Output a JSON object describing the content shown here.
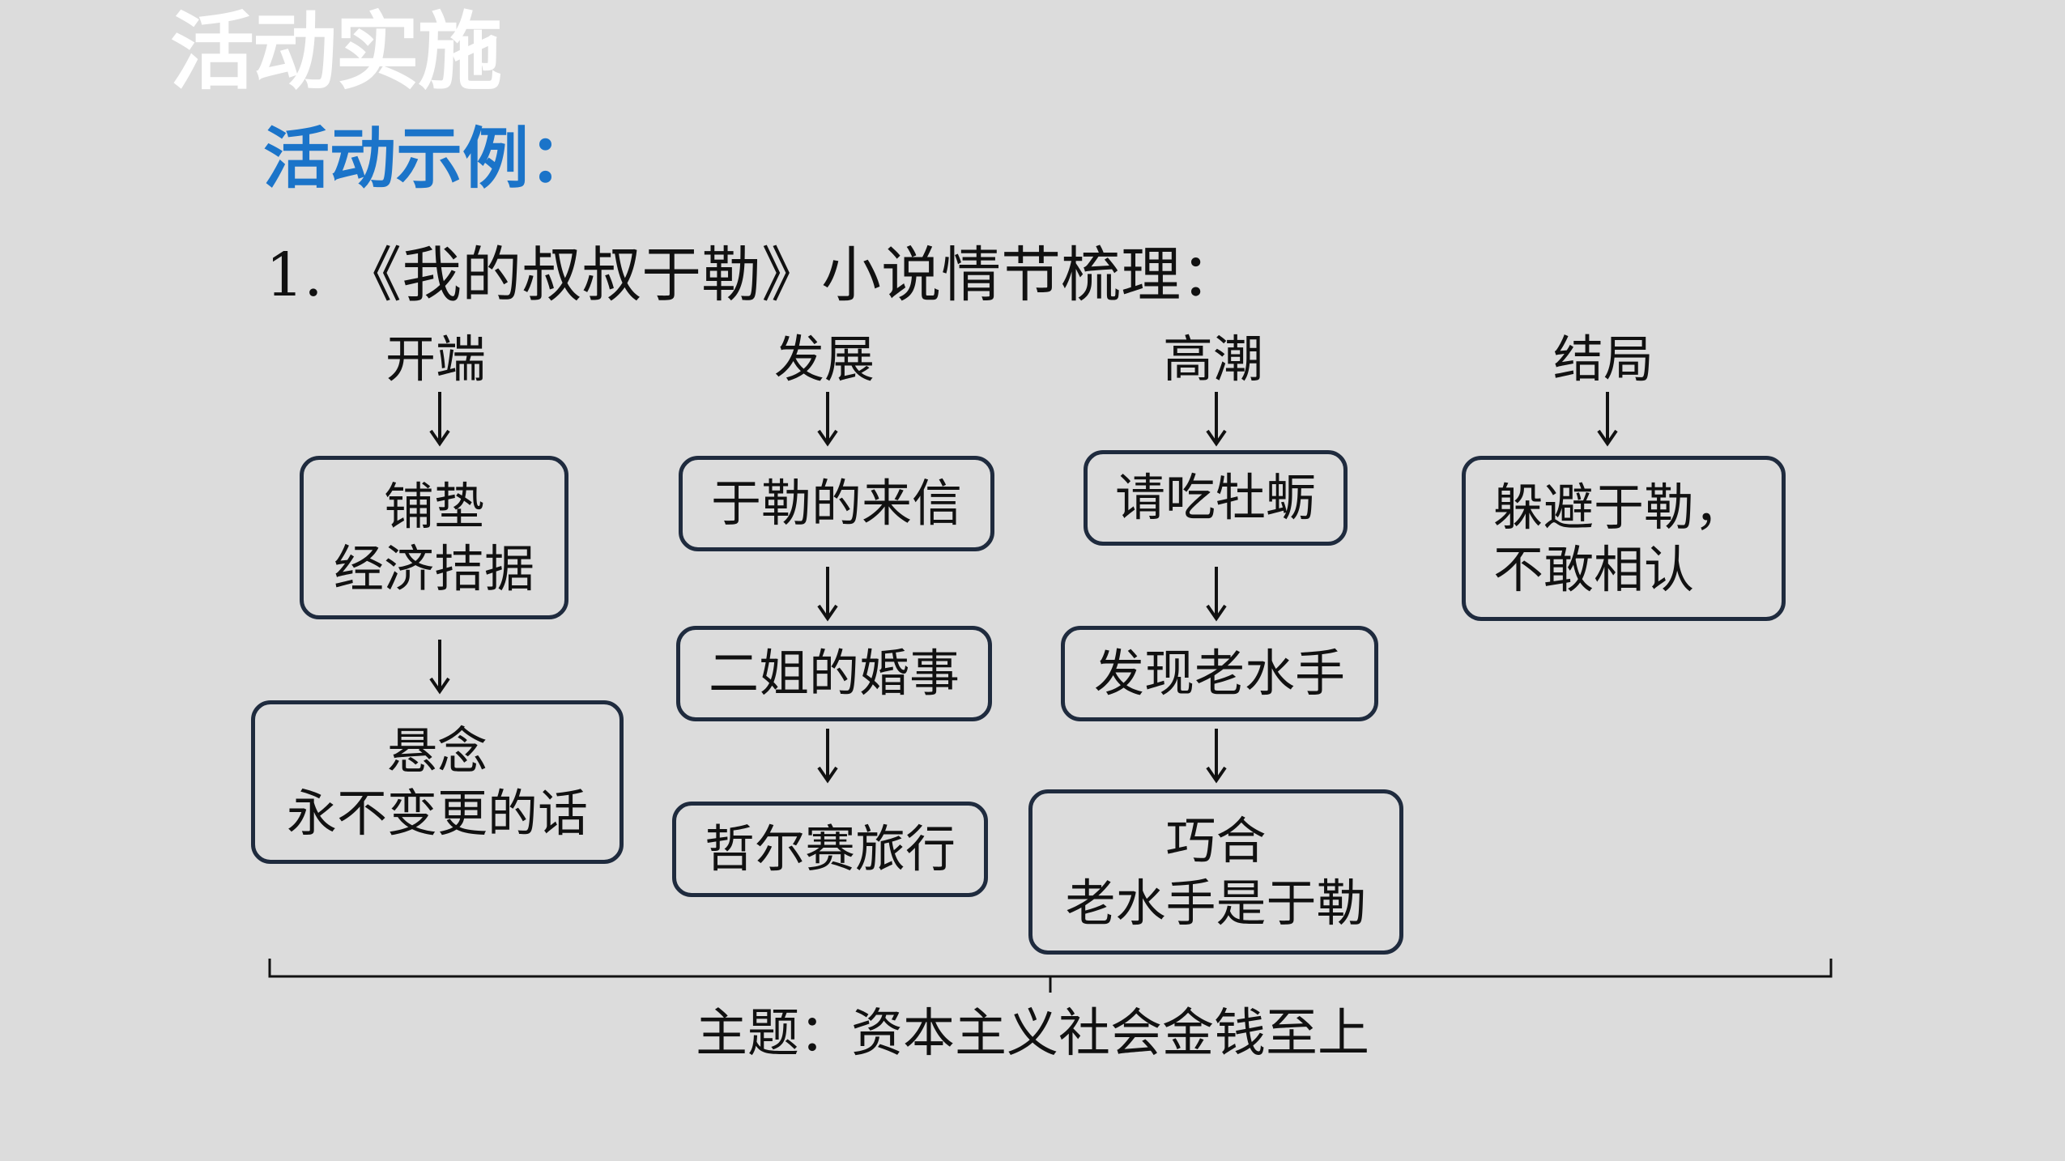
{
  "slide": {
    "title": "活动实施",
    "subtitle": "活动示例：",
    "heading": "1. 《我的叔叔于勒》小说情节梳理："
  },
  "stages": {
    "kaiduan": "开端",
    "fazhan": "发展",
    "gaochao": "高潮",
    "jieju": "结局"
  },
  "boxes": {
    "kaiduan_1": {
      "line1": "铺垫",
      "line2": "经济拮据"
    },
    "kaiduan_2": {
      "line1": "悬念",
      "line2": "永不变更的话"
    },
    "fazhan_1": "于勒的来信",
    "fazhan_2": "二姐的婚事",
    "fazhan_3": "哲尔赛旅行",
    "gaochao_1": "请吃牡蛎",
    "gaochao_2": "发现老水手",
    "gaochao_3": {
      "line1": "巧合",
      "line2": "老水手是于勒"
    },
    "jieju_1": {
      "line1": "躲避于勒，",
      "line2": "不敢相认"
    }
  },
  "theme": "主题：资本主义社会金钱至上",
  "colors": {
    "background": "#dcdcdc",
    "title": "#ffffff",
    "subtitle": "#1b74c9",
    "box_border": "#1f2b3e",
    "text": "#111111"
  }
}
